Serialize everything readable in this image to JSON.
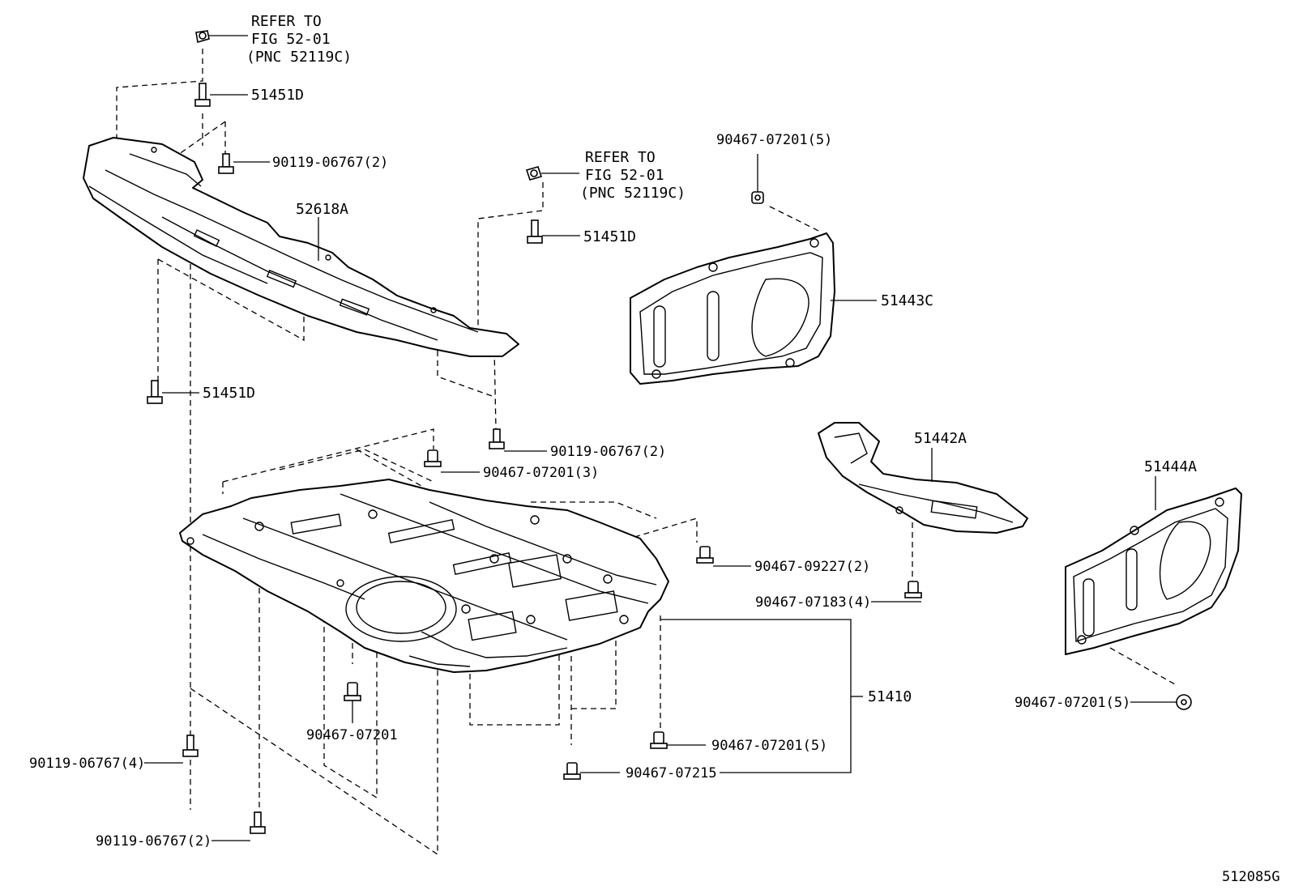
{
  "labels": {
    "refer1_line1": "REFER TO",
    "refer1_line2": "FIG 52-01",
    "refer1_line3": "(PNC 52119C)",
    "refer2_line1": "REFER TO",
    "refer2_line2": "FIG 52-01",
    "refer2_line3": "(PNC 52119C)",
    "p51451D_a": "51451D",
    "p51451D_b": "51451D",
    "p51451D_c": "51451D",
    "p90119_06767_2_a": "90119-06767(2)",
    "p90119_06767_2_b": "90119-06767(2)",
    "p90119_06767_2_c": "90119-06767(2)",
    "p90119_06767_4": "90119-06767(4)",
    "p52618A": "52618A",
    "p90467_07201_5_top": "90467-07201(5)",
    "p51443C": "51443C",
    "p51442A": "51442A",
    "p51444A": "51444A",
    "p90467_07201_3": "90467-07201(3)",
    "p90467_09227_2": "90467-09227(2)",
    "p90467_07183_4": "90467-07183(4)",
    "p90467_07201_5_right": "90467-07201(5)",
    "p51410": "51410",
    "p90467_07201": "90467-07201",
    "p90467_07201_5_bottom": "90467-07201(5)",
    "p90467_07215": "90467-07215",
    "figure_code": "512085G"
  }
}
